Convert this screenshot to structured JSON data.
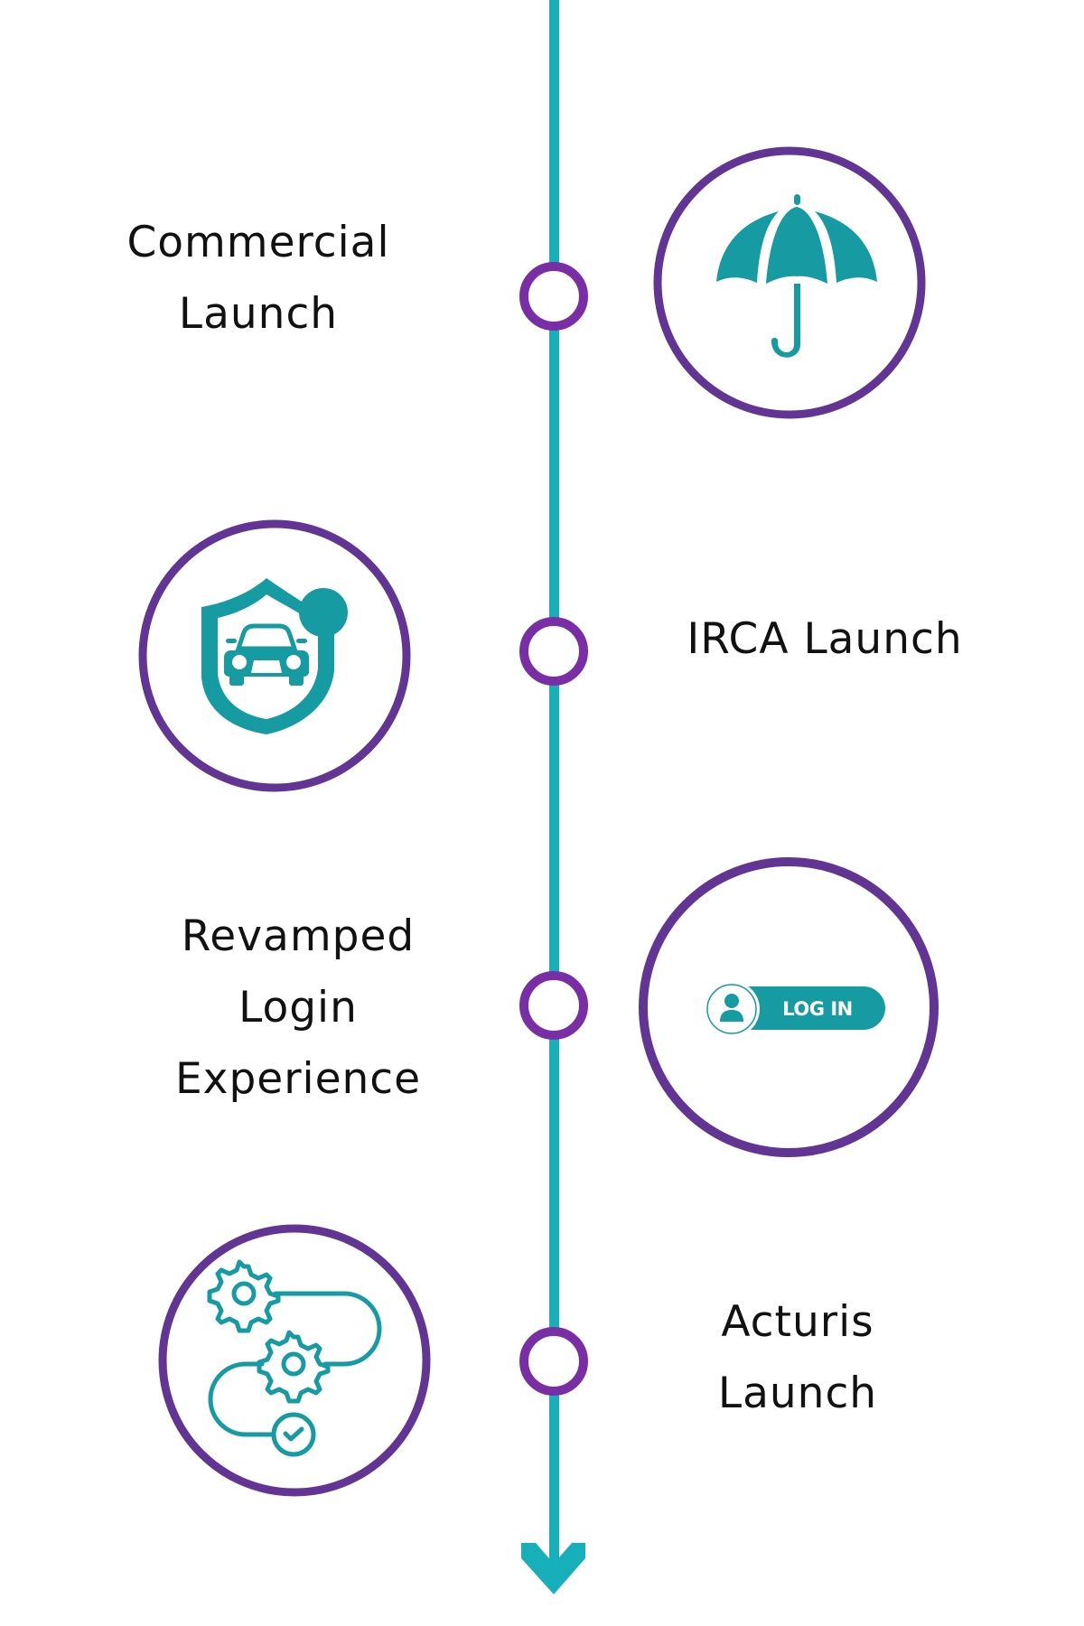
{
  "timeline": {
    "colors": {
      "line": "#17b0ba",
      "node": "#7a2ea6",
      "ring": "#623594",
      "icon": "#169ba3",
      "text": "#111111",
      "background": "#ffffff"
    },
    "milestones": [
      {
        "id": "commercial-launch",
        "label_lines": [
          "Commercial",
          "Launch"
        ],
        "icon": "umbrella-icon",
        "text_side": "left"
      },
      {
        "id": "irca-launch",
        "label_lines": [
          "IRCA Launch"
        ],
        "icon": "shield-car-icon",
        "text_side": "right"
      },
      {
        "id": "revamped-login",
        "label_lines": [
          "Revamped",
          "Login",
          "Experience"
        ],
        "icon": "login-button-icon",
        "text_side": "left"
      },
      {
        "id": "acturis-launch",
        "label_lines": [
          "Acturis",
          "Launch"
        ],
        "icon": "gear-process-icon",
        "text_side": "right"
      }
    ],
    "login_icon_text": "LOG IN",
    "end_marker": "arrow-down-icon"
  }
}
